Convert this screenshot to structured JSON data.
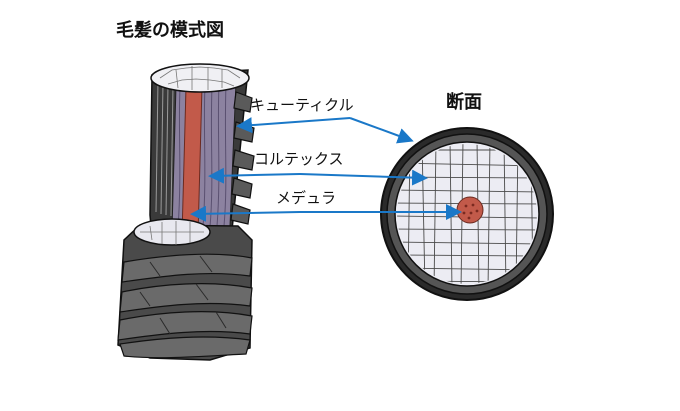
{
  "diagram": {
    "title": "毛髪の模式図",
    "cross_section_title": "断面",
    "labels": {
      "cuticle": "キューティクル",
      "cortex": "コルテックス",
      "medulla": "メデュラ"
    },
    "colors": {
      "cuticle_dark": "#2b2b2b",
      "cuticle_mid": "#6e6e6e",
      "cortex_fiber": "#8a7f9c",
      "medulla": "#c25a4a",
      "cell_fill": "#ececf3",
      "arrow": "#1a78c8"
    }
  }
}
